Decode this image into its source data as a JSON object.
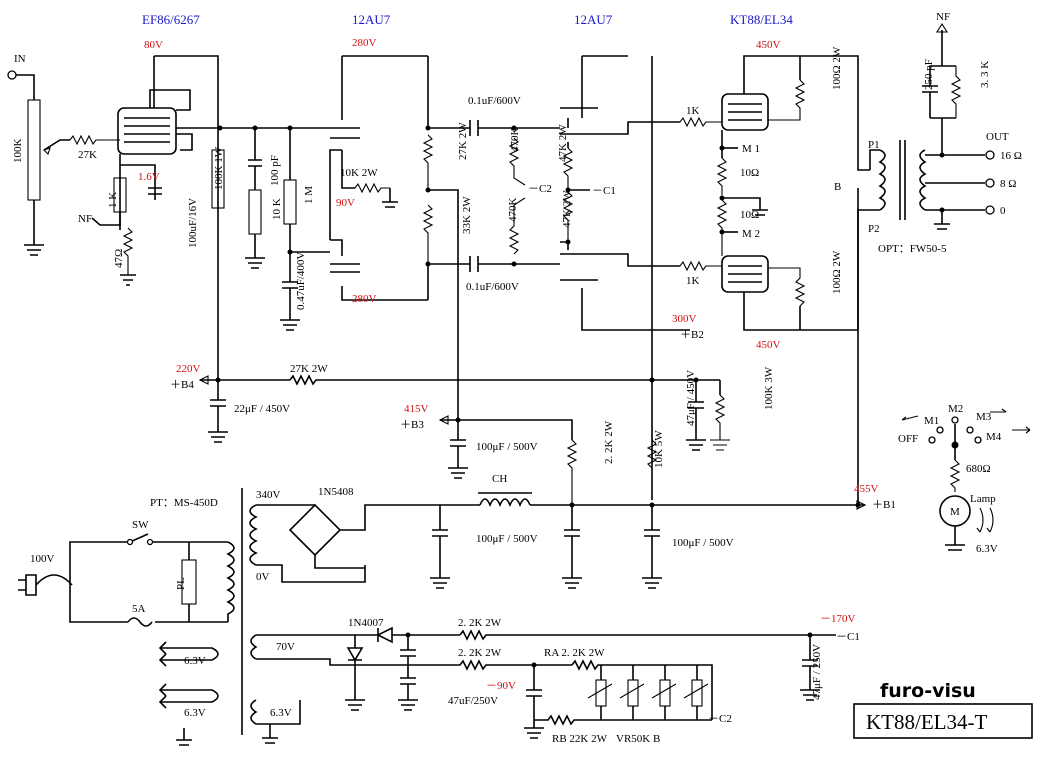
{
  "tubes": {
    "input": "EF86/6267",
    "driver1": "12AU7",
    "driver2": "12AU7",
    "output": "KT88/EL34"
  },
  "voltages": {
    "v80": "80V",
    "v1_6": "1.6V",
    "v280a": "280V",
    "v280b": "280V",
    "v90": "90V",
    "v450a": "450V",
    "v450b": "450V",
    "v300": "300V",
    "v220": "220V",
    "v415": "415V",
    "v455": "455V",
    "vm170": "－170V",
    "vm90": "－90V"
  },
  "labels": {
    "in": "IN",
    "nf_left": "NF",
    "nf_top": "NF",
    "r100k_vol": "100K",
    "r27k": "27K",
    "r1k_cath": "1 K",
    "r47": "47Ω",
    "c100u16": "100uF/16V",
    "r100k1w": "100K 1W",
    "c100p": "100 pF",
    "r10k": "10 K",
    "r1m": "1 M",
    "c047": "0.47uF/400V",
    "r10k2w": "10K 2W",
    "r27k2w": "27K 2W",
    "r33k2w": "33K 2W",
    "c01a": "0.1uF/600V",
    "c01b": "0.1uF/600V",
    "r470a": "470K",
    "r470b": "470K",
    "r47ka": "47K 2W",
    "r47kb": "47K 2W",
    "mc2": "－C2",
    "mc1": "－C1",
    "r1ka": "1K",
    "r1kb": "1K",
    "m1": "M 1",
    "m2": "M 2",
    "r10a": "10Ω",
    "r10b": "10Ω",
    "r100a": "100Ω 2W",
    "r100b": "100Ω 2W",
    "c250p": "250 pF",
    "r33k": "3. 3 K",
    "out": "OUT",
    "o16": "16 Ω",
    "o8": "8 Ω",
    "o0": "0",
    "p1": "P1",
    "pb": "B",
    "p2": "P2",
    "opt": "OPT：FW50-5",
    "b2": "＋B2",
    "b4": "＋B4",
    "r27k2w_b": "27K 2W",
    "c22u": "22μF / 450V",
    "b3": "＋B3",
    "c100u_b3": "100μF / 500V",
    "r22k2w": "2. 2K 2W",
    "c47u450": "47μF / 450V",
    "r100k3w": "100K 3W",
    "r10k5w": "10K 5W",
    "b1": "＋B1",
    "pt": "PT：MS-450D",
    "v340": "340V",
    "v0": "0V",
    "d1": "1N5408",
    "ch": "CH",
    "c100u1": "100μF / 500V",
    "c100u2": "100μF / 500V",
    "v100": "100V",
    "sw": "SW",
    "fuse": "5A",
    "pl": "PL",
    "v70": "70V",
    "d2": "1N4007",
    "r22ka": "2. 2K 2W",
    "r22kb": "2. 2K 2W",
    "ra": "RA 2. 2K 2W",
    "c47u250": "47uF/250V",
    "rb": "RB 22K 2W",
    "vr": "VR50K B",
    "c2": "－C2",
    "c1": "－C1",
    "c47u250v": "47μF / 250V",
    "h63a": "6.3V",
    "h63b": "6.3V",
    "h63c": "6.3V",
    "m1s": "M1",
    "m2s": "M2",
    "m3s": "M3",
    "m4s": "M4",
    "off": "OFF",
    "r680": "680Ω",
    "lamp": "Lamp",
    "meter": "M",
    "h63d": "6.3V"
  },
  "brand": "furo-visu",
  "model": "KT88/EL34-T"
}
